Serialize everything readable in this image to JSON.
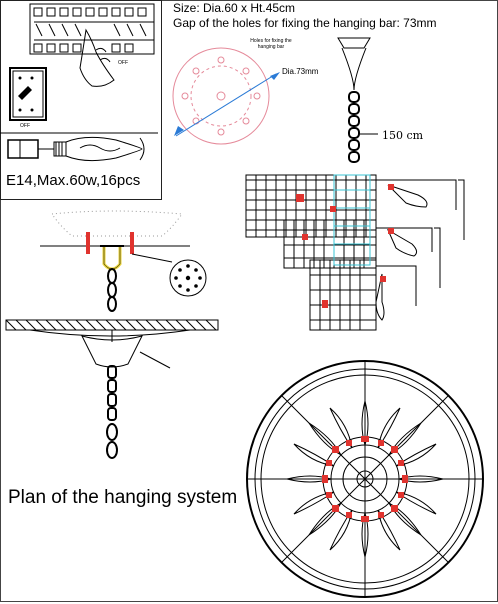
{
  "header": {
    "size_text": "Size: Dia.60 x Ht.45cm",
    "gap_text": "Gap of the holes for fixing the hanging bar: 73mm"
  },
  "hole_diagram": {
    "caption": "Holes for fixing the hanging bar",
    "dia_label": "Dia.73mm"
  },
  "chain_label": "150 cm",
  "bulb_spec": "E14,Max.60w,16pcs",
  "plan_title": "Plan of the hanging system",
  "colors": {
    "line": "#000000",
    "accent_red": "#e0332e",
    "arrow_blue": "#2b7bd6",
    "holes_pink": "#e58a9a",
    "cyan": "#39c6d6",
    "yellow": "#e8d23a"
  }
}
